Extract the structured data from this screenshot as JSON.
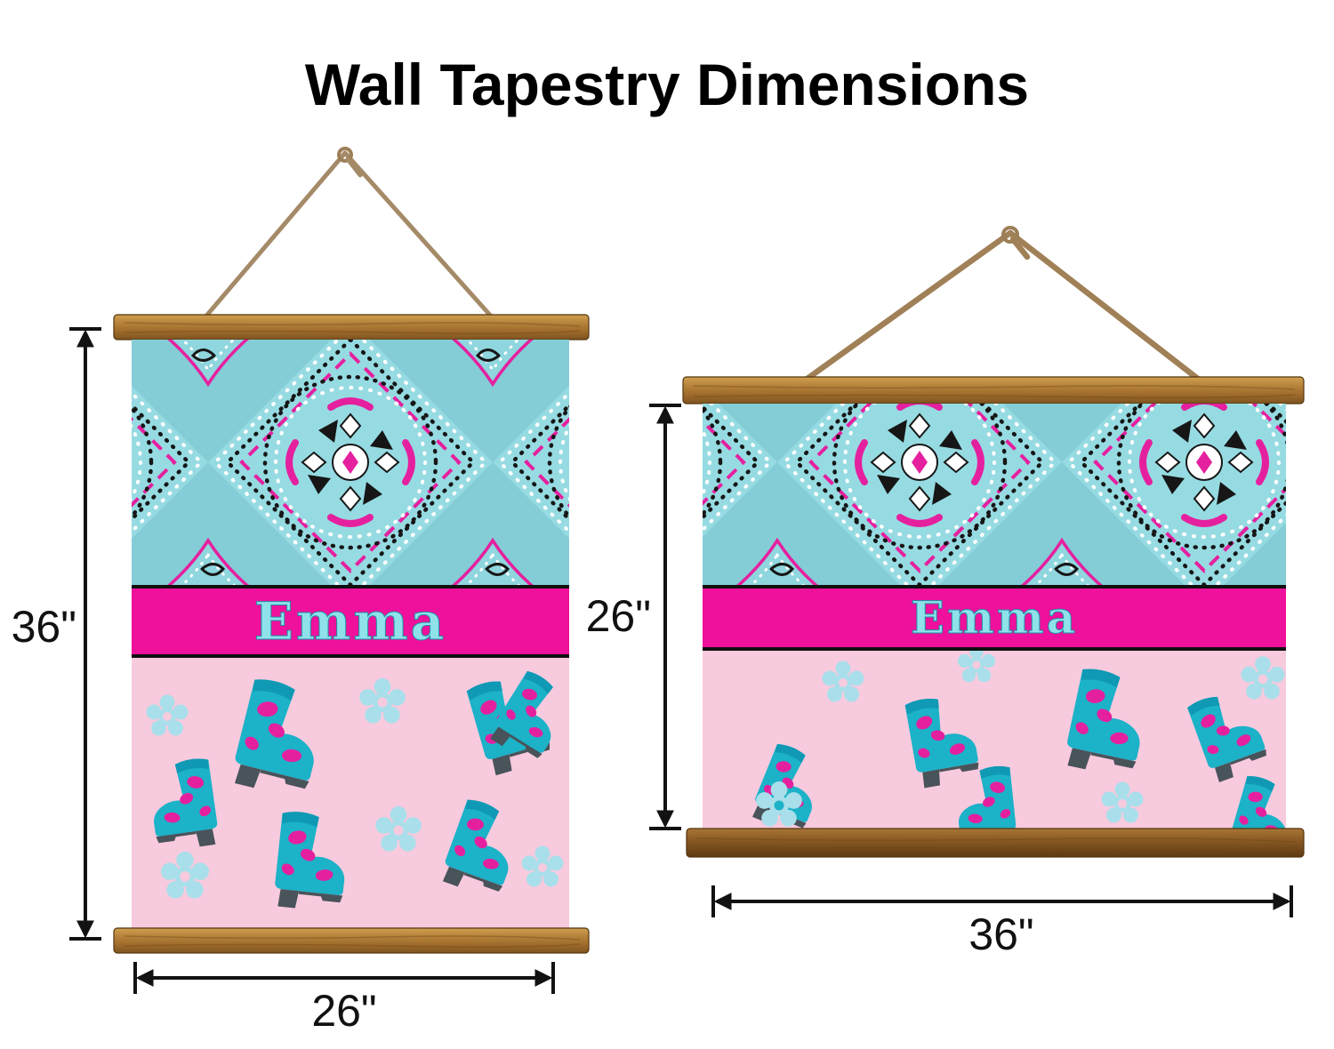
{
  "page": {
    "title": "Wall Tapestry Dimensions"
  },
  "tapestries": [
    {
      "orientation": "portrait",
      "name": "Emma",
      "height_label": "36\"",
      "width_label": "26\""
    },
    {
      "orientation": "landscape",
      "name": "Emma",
      "height_label": "26\"",
      "width_label": "36\""
    }
  ],
  "colors": {
    "bandana_teal": "#84ccd6",
    "bandana_teal_light": "#96dbe2",
    "band_pink": "#ef109b",
    "panel_pink": "#f8cade",
    "accent_pink": "#e5209f",
    "boot_teal": "#1cb2c8",
    "flower_blue": "#a9dfea",
    "name_teal": "#8fe2ea",
    "wood_brown": "#a9752f",
    "rope_tan": "#a58a68",
    "dimension_black": "#121212"
  },
  "icons": {
    "boot": "cowboy-boot-icon",
    "flower": "flower-icon",
    "rope": "hanging-rope",
    "dowel": "wooden-dowel"
  }
}
